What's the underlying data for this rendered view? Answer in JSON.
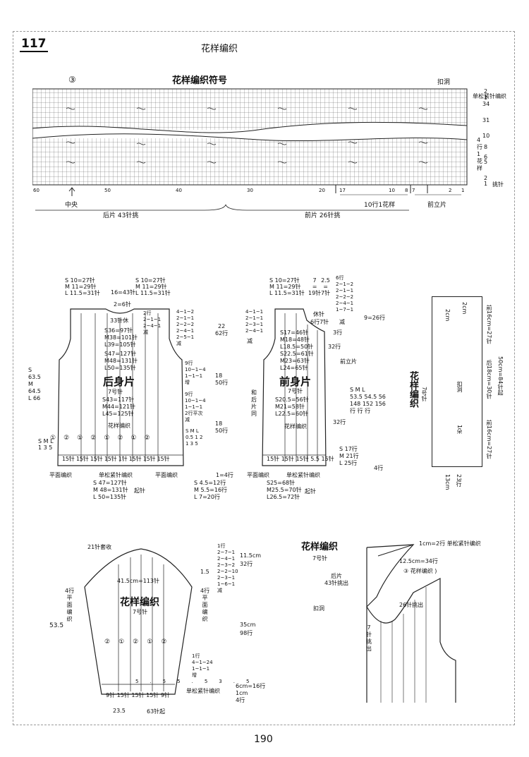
{
  "page": {
    "number": "117",
    "title": "花样编织",
    "footer_page": "190"
  },
  "chart_section": {
    "circle_label": "③",
    "heading": "花样编织符号",
    "kouyan": "扣洞",
    "single_rib": "单松紧针编织",
    "row_numbers": [
      "2",
      "1",
      "34",
      "31",
      "10",
      "8",
      "6",
      "5",
      "2",
      "1"
    ],
    "right_labels": {
      "four_rows": "4\n行\n1\n花\n样",
      "pick_up": "挑针"
    },
    "col_numbers": [
      "60",
      "50",
      "40",
      "30",
      "20",
      "17",
      "10",
      "8",
      "7",
      "2",
      "1"
    ],
    "center": "中央",
    "repeat": "10行1花样",
    "front_placket": "前立片",
    "back_pick": "后片  43针挑",
    "front_pick": "前片  26针挑"
  },
  "back_panel": {
    "title": "后身片",
    "needle": "7号针",
    "top_left": [
      "S 10=27针",
      "M 11=29针",
      "L 11.5=31针"
    ],
    "top_mid": "16=43针",
    "top_right": [
      "S 10=27针",
      "M 11=29针",
      "L 11.5=31针"
    ],
    "neck": "2=6针",
    "neck_rows": [
      "2行",
      "2~1~1",
      "2~4~1"
    ],
    "neck_reduce": "减",
    "rest": "33针休",
    "widths": [
      "S36=97针",
      "M38=101针",
      "L39=105针",
      "S47=127针",
      "M48=131针",
      "L50=135针",
      "S43=117针",
      "M44=121针",
      "L45=125针"
    ],
    "shoulder_rows": [
      "4~1~2",
      "2~1~1",
      "2~2~2",
      "2~4~1",
      "2~5~1"
    ],
    "shoulder_reduce": "减",
    "side_inc": [
      "9行",
      "10~1~4",
      "1~1~1",
      "增"
    ],
    "side_dec": [
      "9行",
      "10~1~4",
      "1~1~1",
      "2行平次",
      "减"
    ],
    "pattern": "花样编织",
    "circles": [
      "①",
      "②",
      "①",
      "②",
      "①",
      "②",
      "①",
      "②"
    ],
    "height": "S 63.5 M 64.5 L 66",
    "sml": [
      "S M L",
      "1 3 5"
    ],
    "bottom_widths": [
      "15针",
      "15针",
      "15针",
      "15针",
      "1针",
      "15针",
      "15针",
      "15针"
    ],
    "flat": "平面编织",
    "rib": "单松紧针编织",
    "start": [
      "S 47=127针",
      "M 48=131针",
      "L 50=135针"
    ],
    "start_label": "起针",
    "dims": [
      "22",
      "62行",
      "18",
      "50行",
      "18",
      "50行",
      "1=4行"
    ],
    "right_sml": [
      "S M L",
      "0.5 1 2",
      "1 3 5"
    ]
  },
  "front_panel": {
    "title": "前身片",
    "needle": "7号针",
    "top_left": [
      "S 10=27针",
      "M 11=29针",
      "L 11.5=31针"
    ],
    "top_mid": [
      "7",
      "=",
      "19针"
    ],
    "top_right": [
      "2.5",
      "=",
      "7针"
    ],
    "neck_rows": [
      "6行",
      "2~1~2",
      "2~1~1",
      "2~2~2",
      "2~4~1",
      "1~7~1"
    ],
    "rest": "休针",
    "rest2": "6行7针",
    "rest_reduce": "减",
    "left_rows": [
      "4~1~1",
      "2~1~1",
      "2~3~1",
      "2~4~1"
    ],
    "left_reduce": "减",
    "widths": [
      "S17=46针",
      "M18=48针",
      "L18.5=50针",
      "S22.5=61针",
      "M23=63针",
      "L24=65针",
      "S20.5=56针",
      "M21=58针",
      "L22.5=60针"
    ],
    "right_rows": [
      "3行",
      "32行",
      "32行"
    ],
    "placket": "前立片",
    "same": "和后片同",
    "pattern": "花样编织",
    "height": "9=26行",
    "side_sml": [
      "S M L",
      "53.5 54.5 56",
      "148 152 156",
      "行 行 行"
    ],
    "bottom_widths": [
      "15针",
      "15针",
      "15针",
      "5.5",
      "15针"
    ],
    "flat": "平面编织",
    "rib": "单松紧针编织",
    "start": [
      "S25=68针",
      "M25.5=70针",
      "L26.5=72针"
    ],
    "start_label": "起针",
    "placket_rows": [
      "S 17行",
      "M 21行",
      "L 25行"
    ],
    "bottom_dims": [
      "S 4.5=12行",
      "M 5.5=16行",
      "L 7=20行"
    ],
    "four_rows": "4行",
    "left_dim": [
      "1=4行"
    ]
  },
  "placket": {
    "title": "花样编织",
    "needle": "7号针",
    "dims": [
      "2cm",
      "2cm",
      "前16cm=27针",
      "后18cm=30针",
      "50cm=84针起",
      "前16cm=27针"
    ],
    "kouyan": "扣洞",
    "holes": "1朵",
    "bottom": [
      "13cm",
      "23行"
    ]
  },
  "sleeve": {
    "top_label": "21针套收",
    "width": "41.5cm=113针",
    "title": "花样编织",
    "needle": "7号针",
    "left": [
      "4行",
      "平",
      "面",
      "编",
      "织"
    ],
    "right": [
      "4行",
      "平",
      "面",
      "编",
      "织"
    ],
    "height": "53.5",
    "shoulder_rows": [
      "1行",
      "2~7~1",
      "2~4~1",
      "2~3~2",
      "2~2~10",
      "2~3~1",
      "1~6~1",
      "减"
    ],
    "dim_top": [
      "1.5",
      "11.5cm",
      "32行"
    ],
    "dim_mid": [
      "35cm",
      "98行"
    ],
    "inc": [
      "1行",
      "4~1~24",
      "1~1~1",
      "增"
    ],
    "circles": [
      "②",
      "①",
      "②",
      "①",
      "②"
    ],
    "bottom": [
      "9针",
      "15针",
      "15针",
      "15针",
      "9针"
    ],
    "rib": "单松紧针编织",
    "cuff": [
      "6cm=16行",
      "1cm",
      "4行"
    ],
    "bottom_dim": "23.5",
    "start": "63针起",
    "fivefive": [
      "5.5",
      "5.5",
      "3.5"
    ]
  },
  "assembly": {
    "title": "花样编织",
    "needle": "7号针",
    "top": "1cm=2行  单松紧针编织",
    "collar": "12.5cm=34行",
    "pattern": "③  花样编织 )",
    "back": [
      "后片",
      "43针挑出"
    ],
    "kouyan": "扣洞",
    "front": "26针挑出",
    "pick": [
      "7",
      "针",
      "挑",
      "出"
    ]
  }
}
